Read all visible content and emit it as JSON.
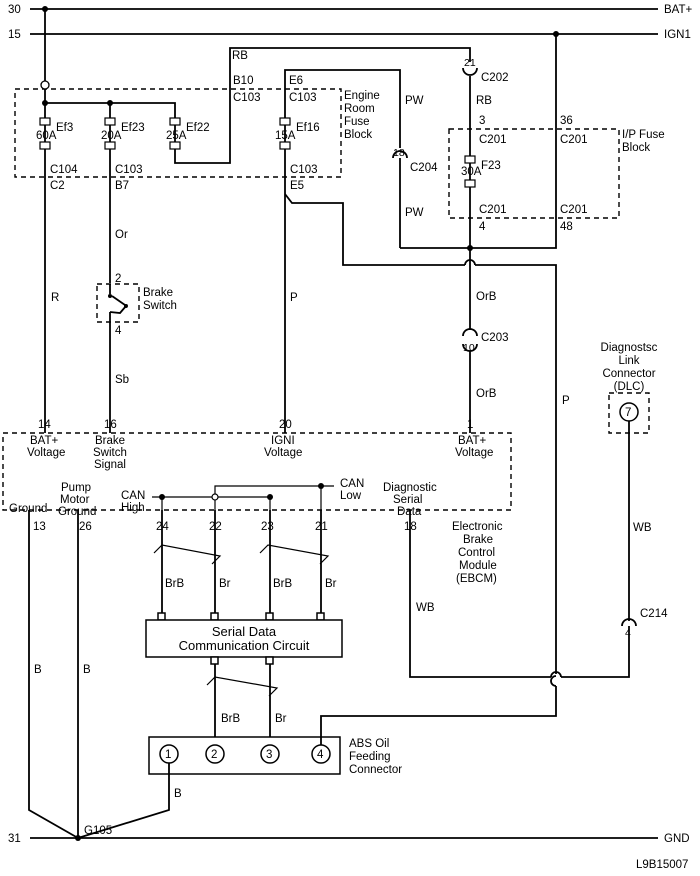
{
  "rails": {
    "top_left": "30",
    "top_right": "BAT+",
    "second_left": "15",
    "second_right": "IGN1",
    "bottom_left": "31",
    "bottom_right": "GND"
  },
  "engine_fuse": {
    "title": [
      "Engine",
      "Room",
      "Fuse",
      "Block"
    ],
    "fuses": [
      {
        "name": "Ef3",
        "amps": "60A"
      },
      {
        "name": "Ef23",
        "amps": "20A"
      },
      {
        "name": "Ef22",
        "amps": "25A"
      },
      {
        "name": "Ef16",
        "amps": "15A"
      }
    ],
    "connectors": {
      "rb_pin": "B10",
      "rb_conn": "C103",
      "e6_pin": "E6",
      "e6_conn": "C103",
      "c104": "C104",
      "c2": "C2",
      "c103_b7": "C103",
      "b7": "B7",
      "c103_e5": "C103",
      "e5": "E5"
    }
  },
  "ip_fuse": {
    "title": [
      "I/P Fuse",
      "Block"
    ],
    "fuse_name": "F23",
    "fuse_amps": "30A",
    "pin3": "3",
    "c201_a": "C201",
    "pin36": "36",
    "c201_b": "C201",
    "c201_c": "C201",
    "pin4": "4",
    "c201_d": "C201",
    "pin48": "48"
  },
  "wires": {
    "rb_top": "RB",
    "rb_ip": "RB",
    "pw_a": "PW",
    "pw_b": "PW",
    "r": "R",
    "or": "Or",
    "sb": "Sb",
    "p_left": "P",
    "orb_a": "OrB",
    "orb_b": "OrB",
    "p_right": "P",
    "wb_dlc": "WB",
    "wb_ebcm": "WB",
    "b_a": "B",
    "b_b": "B",
    "b_c": "B",
    "brb_1": "BrB",
    "br_1": "Br",
    "brb_2": "BrB",
    "br_2": "Br",
    "brb_3": "BrB",
    "br_3": "Br"
  },
  "connectors": {
    "c202": {
      "pin": "21",
      "name": "C202"
    },
    "c204": {
      "pin": "18",
      "name": "C204"
    },
    "c203": {
      "pin": "10",
      "name": "C203"
    },
    "c214": {
      "pin": "4",
      "name": "C214"
    }
  },
  "brake_switch": {
    "label": [
      "Brake",
      "Switch"
    ],
    "pin_top": "2",
    "pin_bottom": "4"
  },
  "dlc": {
    "label": [
      "Diagnostsc",
      "Link",
      "Connector",
      "(DLC)"
    ],
    "pin": "7"
  },
  "ebcm": {
    "name": [
      "Electronic",
      "Brake",
      "Control",
      "Module",
      "(EBCM)"
    ],
    "pins_top": [
      {
        "pin": "14",
        "label": [
          "BAT+",
          "Voltage"
        ]
      },
      {
        "pin": "16",
        "label": [
          "Brake",
          "Switch",
          "Signal"
        ]
      },
      {
        "pin": "20",
        "label": [
          "IGNI",
          "Voltage"
        ]
      },
      {
        "pin": "1",
        "label": [
          "BAT+",
          "Voltage"
        ]
      }
    ],
    "pins_bottom": [
      {
        "pin": "13",
        "label": [
          "Ground"
        ]
      },
      {
        "pin": "26",
        "label": [
          "Pump",
          "Motor",
          "Ground"
        ]
      },
      {
        "pin": "24",
        "label": []
      },
      {
        "pin": "22",
        "label": []
      },
      {
        "pin": "23",
        "label": []
      },
      {
        "pin": "21",
        "label": []
      },
      {
        "pin": "18",
        "label": [
          "Diagnostic",
          "Serial",
          "Data"
        ]
      }
    ],
    "can_high": [
      "CAN",
      "High"
    ],
    "can_low": [
      "CAN",
      "Low"
    ]
  },
  "serial_circuit": {
    "label": [
      "Serial Data",
      "Communication Circuit"
    ]
  },
  "abs_connector": {
    "label": [
      "ABS Oil",
      "Feeding",
      "Connector"
    ],
    "pins": [
      "1",
      "2",
      "3",
      "4"
    ]
  },
  "ground": {
    "name": "G105"
  },
  "figure_id": "L9B15007"
}
